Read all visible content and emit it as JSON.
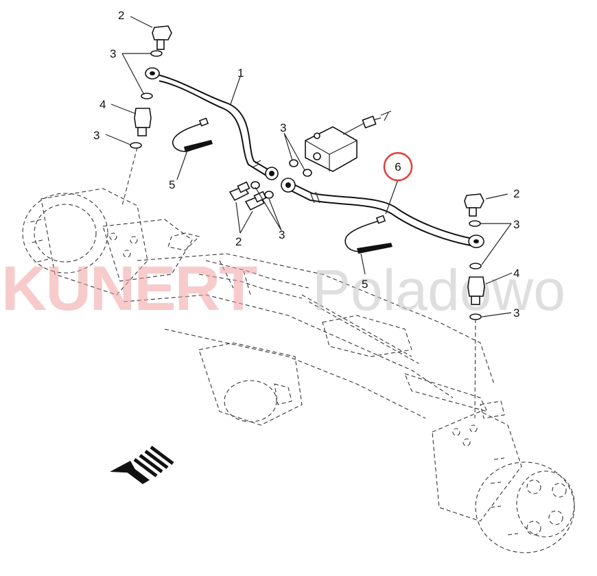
{
  "watermark": {
    "brand": "KUNERT",
    "suffix": "Poladowo"
  },
  "callouts": {
    "hose_1": "1",
    "bolt_top_left": "2",
    "rings_top_left": "3",
    "adapter_left": "4",
    "ring_left_lower": "3",
    "tie_left": "5",
    "rings_center": "3",
    "bolts_center": "2",
    "rings_center_lower": "3",
    "hose_6": "6",
    "bolt_right": "2",
    "rings_right": "3",
    "adapter_right": "4",
    "ring_right_lower": "3",
    "tie_right": "5"
  },
  "highlight": {
    "part_number": "6",
    "color": "#e23b3b"
  },
  "colors": {
    "line": "#111111",
    "watermark_brand": "#f2a1a1",
    "watermark_suffix": "#c9c9c9"
  },
  "icons": {
    "direction": "forward-arrow-icon"
  }
}
